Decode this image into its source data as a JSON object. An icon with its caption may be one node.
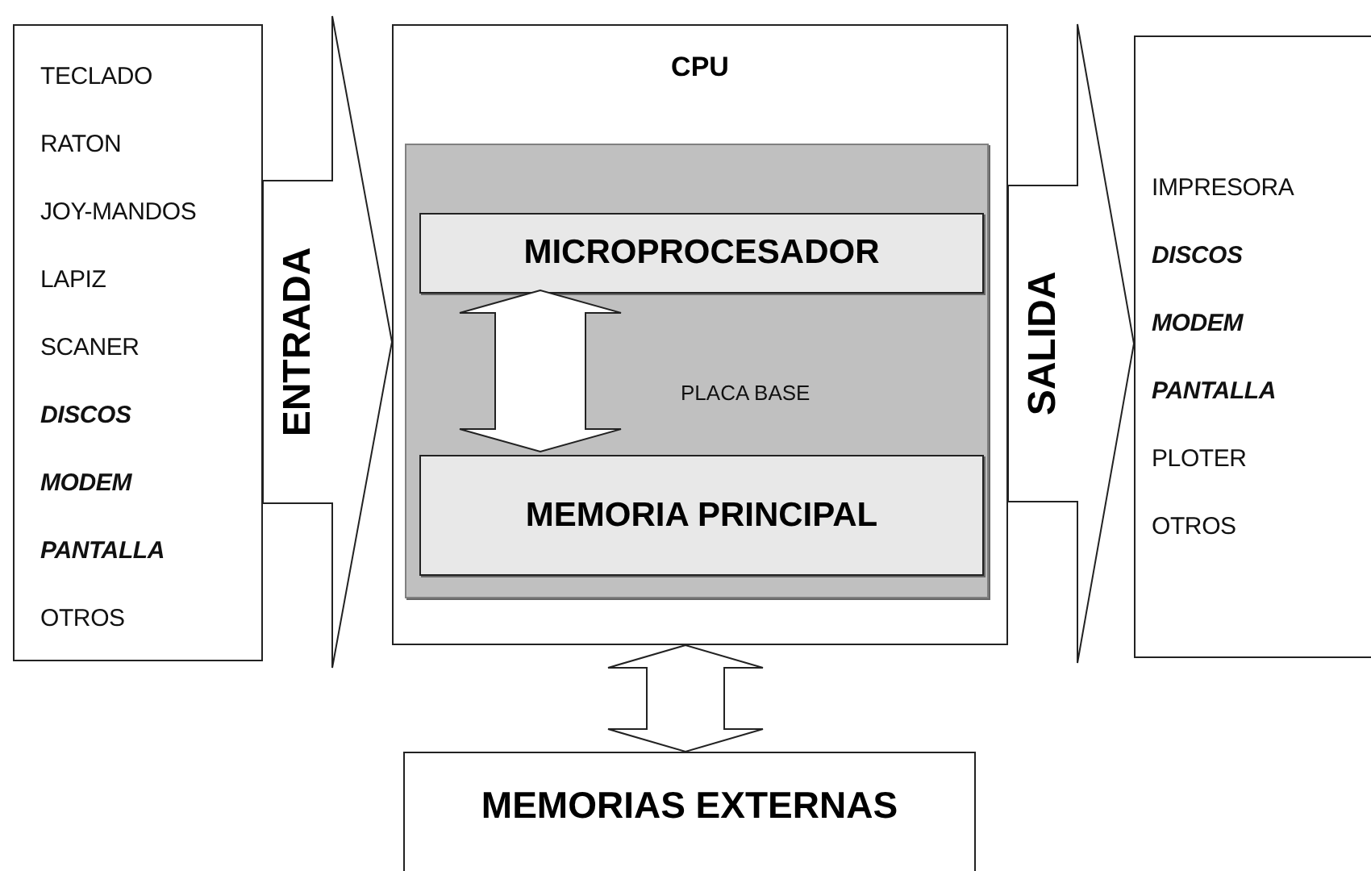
{
  "diagram": {
    "nodes": [
      {
        "text": [
          "TECLADO",
          "RATON",
          "JOY-MANDOS",
          "LAPIZ",
          "SCANER",
          "**DISCOS**",
          "**MODEM**",
          "**PANTALLA**",
          "OTROS"
        ]
      },
      {
        "text": [
          "CPU"
        ]
      },
      {
        "text": [
          "PLACA BASE"
        ],
        "in": 1
      },
      {
        "text": [
          "MICROPROCESADOR"
        ],
        "in": 2
      },
      {
        "text": [
          "MEMORIA PRINCIPAL"
        ],
        "in": 2
      },
      {
        "text": [
          "IMPRESORA",
          "**DISCOS**",
          "**MODEM**",
          "**PANTALLA**",
          "PLOTER",
          "OTROS"
        ]
      },
      {
        "text": [
          "MEMORIAS EXTERNAS"
        ]
      }
    ],
    "edges": [
      {
        "from": 0,
        "to": 1,
        "arrow": "to",
        "label": "ENTRADA"
      },
      {
        "from": 3,
        "to": 4,
        "arrow": "both"
      },
      {
        "from": 1,
        "to": 5,
        "arrow": "to",
        "label": "SALIDA"
      },
      {
        "from": 1,
        "to": 6,
        "arrow": "both"
      }
    ]
  }
}
